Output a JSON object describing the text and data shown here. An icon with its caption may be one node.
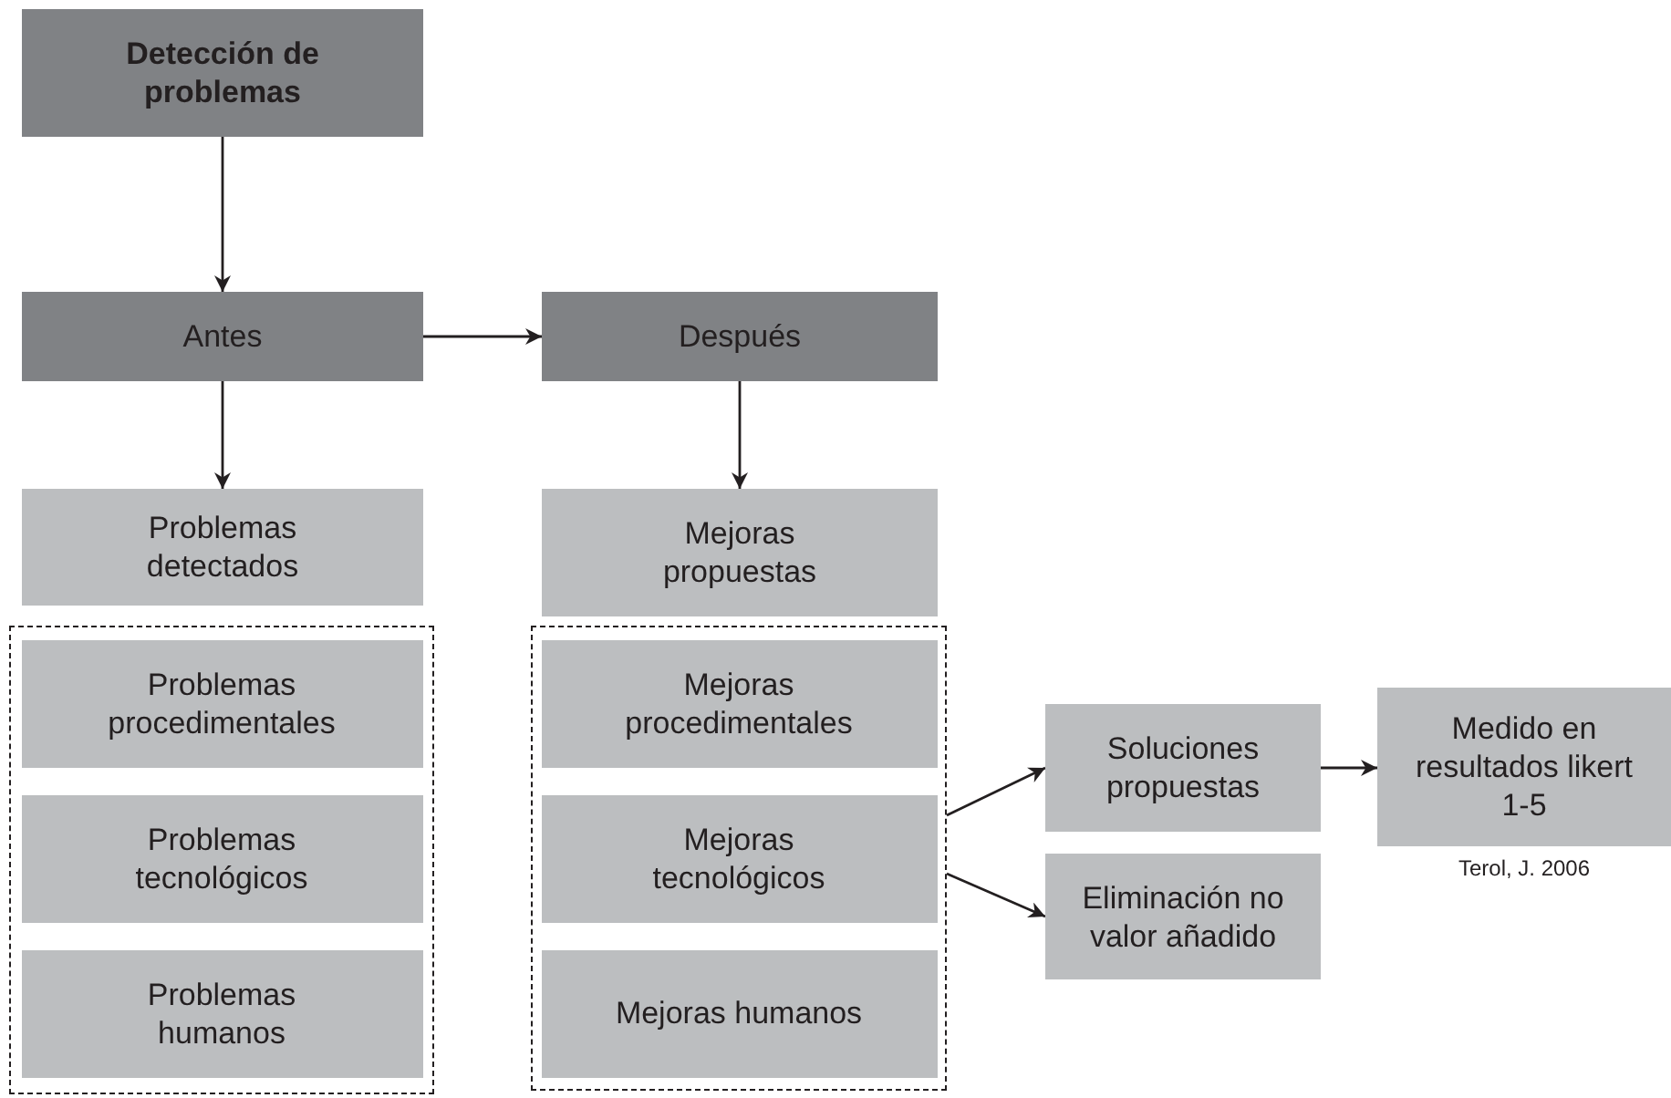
{
  "diagram": {
    "nodes": [
      {
        "text": [
          "Detección de problemas"
        ]
      },
      {
        "text": [
          "Antes"
        ]
      },
      {
        "text": [
          "Después"
        ]
      },
      {
        "text": [
          "Problemas detectados"
        ]
      },
      {
        "text": [],
        "shape": "box"
      },
      {
        "text": [
          "Problemas procedimentales"
        ],
        "in": 4
      },
      {
        "text": [
          "Problemas tecnológicos"
        ],
        "in": 4
      },
      {
        "text": [
          "Problemas humanos"
        ],
        "in": 4
      },
      {
        "text": [
          "Mejoras propuestas"
        ]
      },
      {
        "text": [],
        "shape": "box"
      },
      {
        "text": [
          "Mejoras procedimentales"
        ],
        "in": 9
      },
      {
        "text": [
          "Mejoras tecnológicos"
        ],
        "in": 9
      },
      {
        "text": [
          "Mejoras humanos"
        ],
        "in": 9
      },
      {
        "text": [
          "Soluciones propuestas"
        ]
      },
      {
        "text": [
          "Eliminación no valor añadido"
        ]
      },
      {
        "text": [
          "Medido en resultados likert 1-5"
        ],
        "beside": [
          "Terol, J. 2006"
        ]
      }
    ],
    "edges": [
      {
        "from": 0,
        "to": 1,
        "arrow": "to"
      },
      {
        "from": 1,
        "to": 2,
        "arrow": "to"
      },
      {
        "from": 1,
        "to": 3,
        "arrow": "to"
      },
      {
        "from": 2,
        "to": 8,
        "arrow": "to"
      },
      {
        "from": 9,
        "to": 13,
        "arrow": "to"
      },
      {
        "from": 9,
        "to": 14,
        "arrow": "to"
      },
      {
        "from": 13,
        "to": 15,
        "arrow": "to"
      }
    ]
  }
}
